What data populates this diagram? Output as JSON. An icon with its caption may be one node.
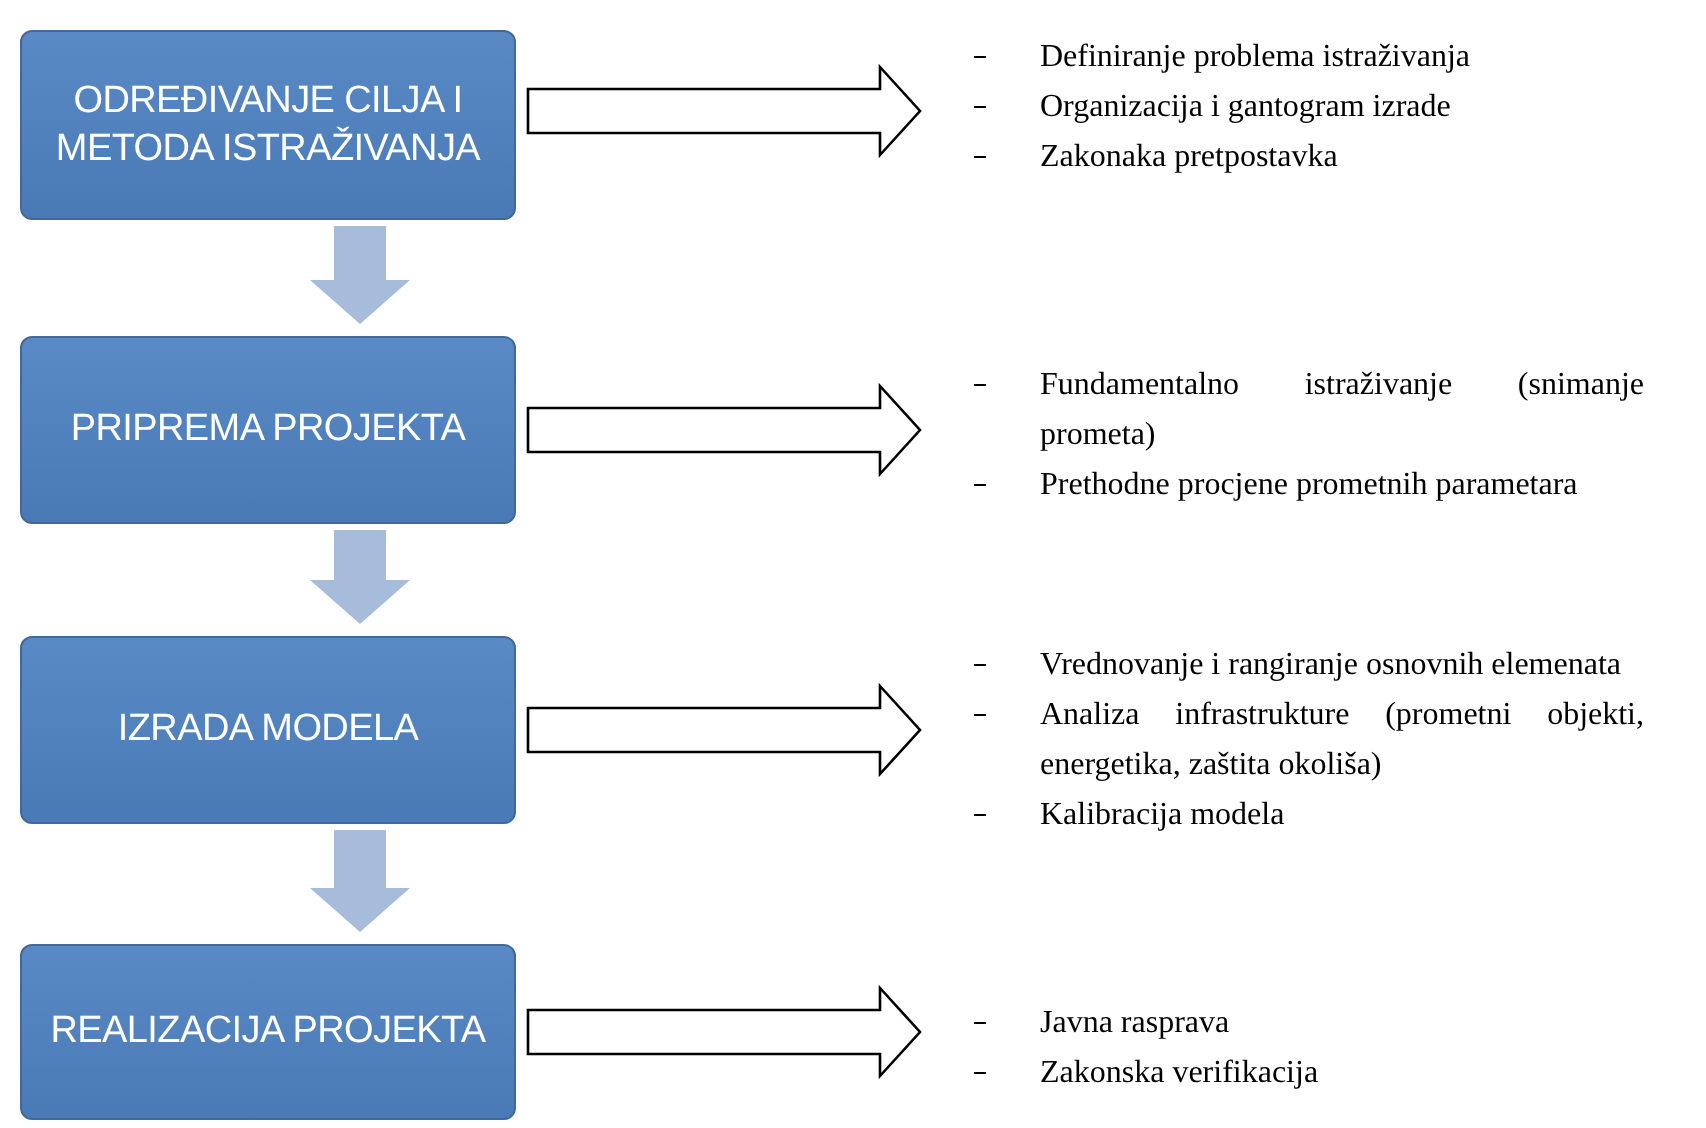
{
  "diagram": {
    "nodes": [
      {
        "text": [
          "ODREĐIVANJE CILJA I METODA ISTRAŽIVANJA"
        ]
      },
      {
        "text": [
          "Definiranje problema istraživanja",
          "Organizacija i gantogram izrade",
          "Zakonaka pretpostavka"
        ]
      },
      {
        "text": [
          "PRIPREMA PROJEKTA"
        ]
      },
      {
        "text": [
          "Fundamentalno istraživanje (snimanje prometa)",
          "Prethodne procjene prometnih parametara"
        ]
      },
      {
        "text": [
          "IZRADA MODELA"
        ]
      },
      {
        "text": [
          "Vrednovanje i rangiranje osnovnih elemenata",
          "Analiza infrastrukture (prometni objekti, energetika, zaštita okoliša)",
          "Kalibracija modela"
        ]
      },
      {
        "text": [
          "REALIZACIJA PROJEKTA"
        ]
      },
      {
        "text": [
          "Javna rasprava",
          "Zakonska verifikacija"
        ]
      }
    ],
    "edges": [
      {
        "from": 0,
        "to": 1,
        "arrow": "to"
      },
      {
        "from": 0,
        "to": 2,
        "arrow": "to",
        "style": "thick",
        "color": "#a7bbdb"
      },
      {
        "from": 2,
        "to": 3,
        "arrow": "to"
      },
      {
        "from": 2,
        "to": 4,
        "arrow": "to",
        "style": "thick",
        "color": "#a7bbdb"
      },
      {
        "from": 4,
        "to": 5,
        "arrow": "to"
      },
      {
        "from": 4,
        "to": 6,
        "arrow": "to",
        "style": "thick",
        "color": "#a7bbdb"
      },
      {
        "from": 6,
        "to": 7,
        "arrow": "to"
      }
    ]
  }
}
